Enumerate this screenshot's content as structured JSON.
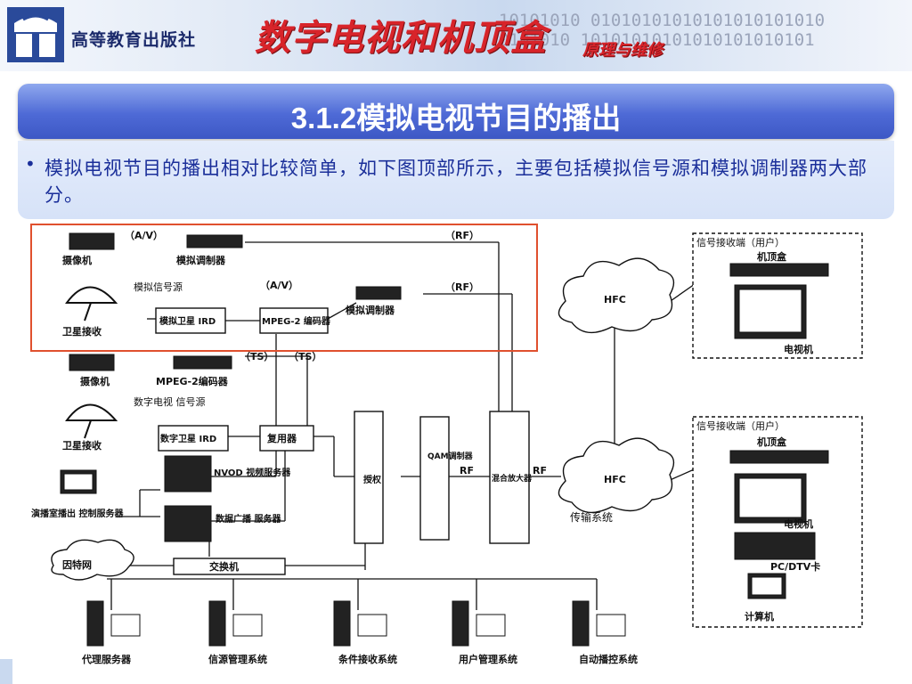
{
  "header": {
    "publisher": "高等教育出版社",
    "book_title": "数字电视和机顶盒",
    "book_subtitle": "原理与维修",
    "binary_line1": "10101010 01010101010101010101010",
    "binary_line2": "0101010 10101010101010101010101"
  },
  "slide": {
    "title": "3.1.2模拟电视节目的播出",
    "bullet": "•",
    "paragraph": "模拟电视节目的播出相对比较简单，如下图顶部所示，主要包括模拟信号源和模拟调制器两大部分。"
  },
  "diagram": {
    "camera1": "摄像机",
    "modulator1": "模拟调制器",
    "av1": "（A/V）",
    "rf1": "（RF）",
    "analog_source": "模拟信号源",
    "av2": "（A/V）",
    "rf2": "（RF）",
    "analog_ird": "模拟卫星 IRD",
    "mpeg_enc1": "MPEG-2 编码器",
    "modulator2": "模拟调制器",
    "satellite1": "卫星接收",
    "ts1": "（TS）",
    "ts2": "（TS）",
    "camera2": "摄像机",
    "mpeg_enc2": "MPEG-2编码器",
    "digital_source": "数字电视 信号源",
    "digital_ird": "数字卫星 IRD",
    "multiplexer": "复用器",
    "satellite2": "卫星接收",
    "nvod": "NVOD 视频服务器",
    "broadcast_ctrl": "演播室播出 控制服务器",
    "data_server": "数据广播 服务器",
    "internet": "因特网",
    "switch": "交换机",
    "auth": "授权",
    "qam": "QAM调制器",
    "mixer": "混合放大器",
    "rf3": "RF",
    "rf4": "RF",
    "hfc1": "HFC",
    "hfc2": "HFC",
    "transmission": "传输系统",
    "receiver1_title": "信号接收端（用户）",
    "stb1": "机顶盒",
    "tv1": "电视机",
    "receiver2_title": "信号接收端（用户）",
    "stb2": "机顶盒",
    "tv2": "电视机",
    "pc_card": "PC/DTV卡",
    "computer": "计算机",
    "proxy": "代理服务器",
    "source_mgmt": "信源管理系统",
    "ca_system": "条件接收系统",
    "user_mgmt": "用户管理系统",
    "auto_control": "自动播控系统"
  },
  "colors": {
    "title_bar": "#4e6ad6",
    "text_blue": "#1b2f9a",
    "red_title": "#d8242a",
    "highlight_box": "#e0502e"
  }
}
